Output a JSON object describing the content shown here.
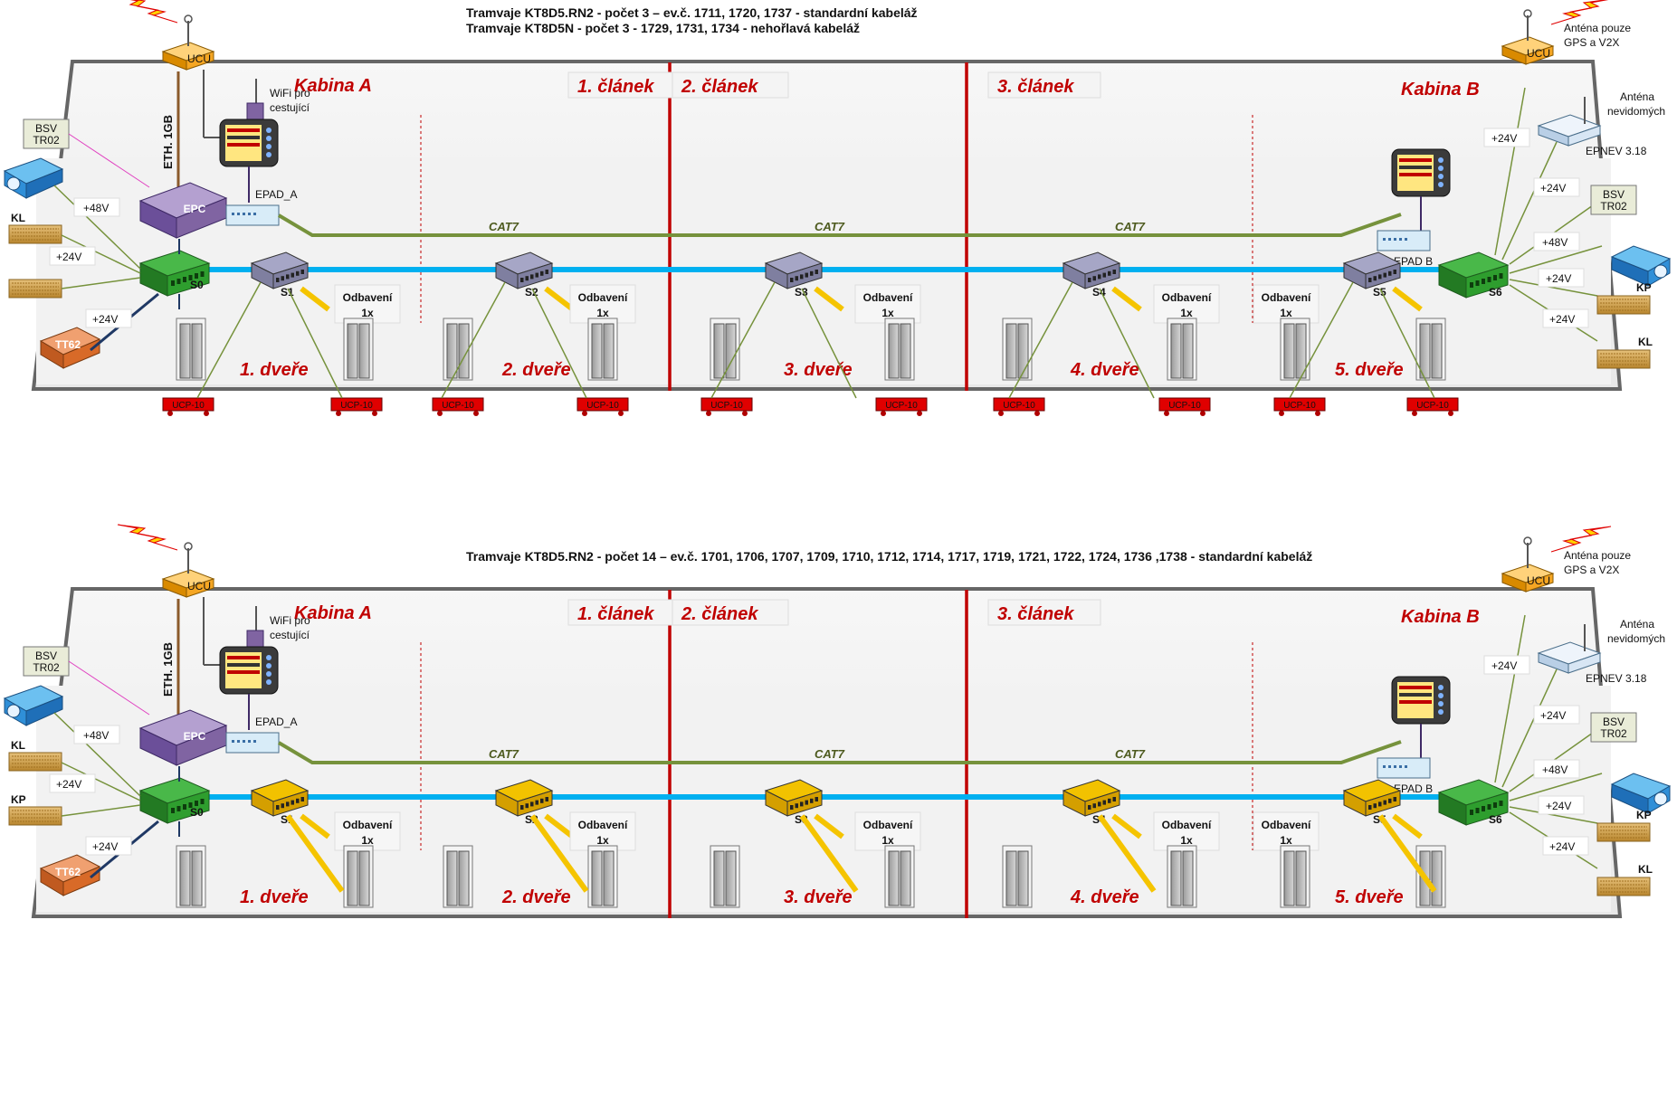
{
  "diagrams": [
    {
      "titles": [
        "Tramvaje KT8D5.RN2 - počet 3 – ev.č. 1711, 1720, 1737 - standardní kabeláž",
        "Tramvaje KT8D5N - počet 3 - 1729, 1731, 1734 - nehořlavá kabeláž"
      ],
      "switch_color": "gray"
    },
    {
      "titles": [
        "Tramvaje KT8D5.RN2 - počet 14 – ev.č. 1701, 1706, 1707, 1709, 1710, 1712, 1714, 1717, 1719, 1721, 1722, 1724, 1736 ,1738 - standardní kabeláž"
      ],
      "switch_color": "yellow"
    }
  ],
  "labels": {
    "cabin_a": "Kabina A",
    "cabin_b": "Kabina B",
    "sections": [
      "1. článek",
      "2. článek",
      "3. článek"
    ],
    "section_3": "3. článek",
    "doors": [
      "1. dveře",
      "2. dveře",
      "3. dveře",
      "4. dveře",
      "5. dveře"
    ],
    "ucu": "UCU",
    "wifi_1": "WiFi pro",
    "wifi_2": "cestující",
    "eth": "ETH. 1GB",
    "epc": "EPC",
    "epad_a": "EPAD_A",
    "epad_b": "EPAD B",
    "cat7": "CAT7",
    "bsv_1": "BSV",
    "bsv_2": "TR02",
    "kl": "KL",
    "kp": "KP",
    "tt62": "TT62",
    "v48": "+48V",
    "v24": "+24V",
    "switches": [
      "S0",
      "S1",
      "S2",
      "S3",
      "S4",
      "S5",
      "S6"
    ],
    "odbaveni_1": "Odbavení",
    "odbaveni_2": "1x",
    "ucp": "UCP-10",
    "ant_gps_1": "Anténa pouze",
    "ant_gps_2": "GPS a V2X",
    "ant_blind_1": "Anténa",
    "ant_blind_2": "nevidomých",
    "epnev": "EPNEV 3.18"
  },
  "colors": {
    "red_line": "#c00000",
    "cat7": "#76923c",
    "network": "#00b0f0",
    "green_switch": "#2e9e2e",
    "gray_switch": "#a6a6c6",
    "yellow_switch": "#f2c200",
    "ucu": "#f5a623",
    "purple_epc": "#8064a2",
    "blue_projector": "#2f8fd8",
    "ucp_red": "#e00000"
  }
}
